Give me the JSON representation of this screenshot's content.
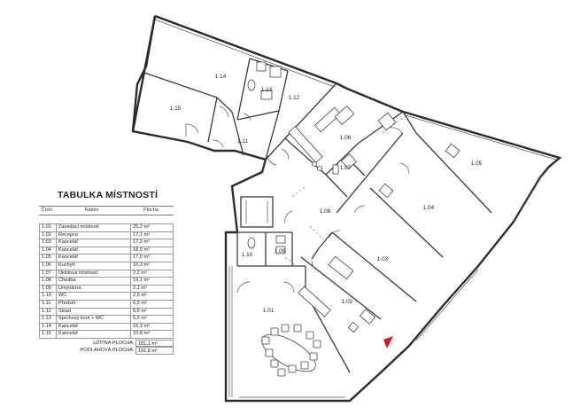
{
  "legend": {
    "title": "TABULKA MÍSTNOSTÍ",
    "headers": {
      "number": "Číslo",
      "name": "Název",
      "area": "Plocha"
    },
    "rows": [
      {
        "no": "1.01",
        "name": "Zasedací místnost",
        "area": "25,2 m²"
      },
      {
        "no": "1.02",
        "name": "Recepce",
        "area": "17,1 m²"
      },
      {
        "no": "1.03",
        "name": "Kancelář",
        "area": "17,0 m²"
      },
      {
        "no": "1.04",
        "name": "Kancelář",
        "area": "18,0 m²"
      },
      {
        "no": "1.05",
        "name": "Kancelář",
        "area": "17,0 m²"
      },
      {
        "no": "1.06",
        "name": "Kuchyň",
        "area": "16,3 m²"
      },
      {
        "no": "1.07",
        "name": "Úklidová místnost",
        "area": "2,2 m²"
      },
      {
        "no": "1.08",
        "name": "Chodba",
        "area": "19,1 m²"
      },
      {
        "no": "1.09",
        "name": "Umývárna",
        "area": "2,1 m²"
      },
      {
        "no": "1.10",
        "name": "WC",
        "area": "2,9 m²"
      },
      {
        "no": "1.11",
        "name": "Předsíň",
        "area": "6,3 m²"
      },
      {
        "no": "1.12",
        "name": "Sklad",
        "area": "6,5 m²"
      },
      {
        "no": "1.13",
        "name": "Sprchový kout + WC",
        "area": "5,3 m²"
      },
      {
        "no": "1.14",
        "name": "Kancelář",
        "area": "15,3 m²"
      },
      {
        "no": "1.15",
        "name": "Kancelář",
        "area": "10,8 m²"
      }
    ],
    "usable_label": "UŽITNÁ PLOCHA",
    "usable_value": "181,1 m²",
    "floor_label": "PODLAHOVÁ PLOCHA",
    "floor_value": "191,8 m²"
  },
  "rooms": {
    "r101": "1.01",
    "r102": "1.02",
    "r103": "1.03",
    "r104": "1.04",
    "r105": "1.05",
    "r106": "1.06",
    "r107": "1.07",
    "r108": "1.08",
    "r109": "1.09",
    "r110": "1.10",
    "r111": "1.11",
    "r112": "1.12",
    "r113": "1.13",
    "r114": "1.14",
    "r115": "1.15"
  },
  "colors": {
    "north_arrow": "#e0102a",
    "walls": "#2b2b2b"
  },
  "icons": {
    "entrance_marker": "red-triangle-icon"
  }
}
